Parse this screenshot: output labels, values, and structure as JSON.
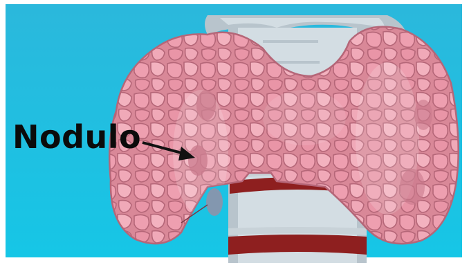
{
  "annotation": {
    "label": "Nodulo"
  },
  "colors": {
    "background_top": "#2bb8dc",
    "background_bottom": "#16c6e6",
    "frame": "#ffffff",
    "gland_base": "#d98898",
    "gland_light": "#f2aebb",
    "gland_outline": "#b56678",
    "cartilage": "#d3dde3",
    "cartilage_shadow": "#b8c4cc",
    "ring": "#8e1f1f",
    "arrow": "#111111"
  },
  "icons": {
    "thyroid": "thyroid-gland-illustration",
    "trachea": "trachea-illustration",
    "pointer": "arrow-pointer"
  }
}
